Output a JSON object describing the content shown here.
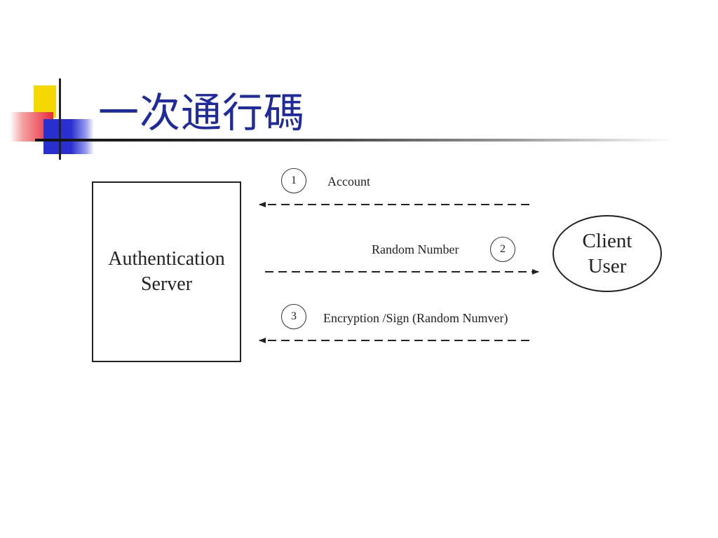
{
  "slide": {
    "title": "一次通行碼"
  },
  "diagram": {
    "server": {
      "line1": "Authentication",
      "line2": "Server"
    },
    "client": {
      "line1": "Client",
      "line2": "User"
    },
    "steps": [
      {
        "number": "1",
        "label": "Account",
        "direction": "client-to-server"
      },
      {
        "number": "2",
        "label": "Random Number",
        "direction": "server-to-client"
      },
      {
        "number": "3",
        "label": "Encryption /Sign (Random Numver)",
        "direction": "client-to-server"
      }
    ]
  },
  "colors": {
    "title": "#1f2a9e",
    "deco_yellow": "#f5d800",
    "deco_red": "#e8293a",
    "deco_blue": "#2a2fd0",
    "line": "#222222"
  }
}
